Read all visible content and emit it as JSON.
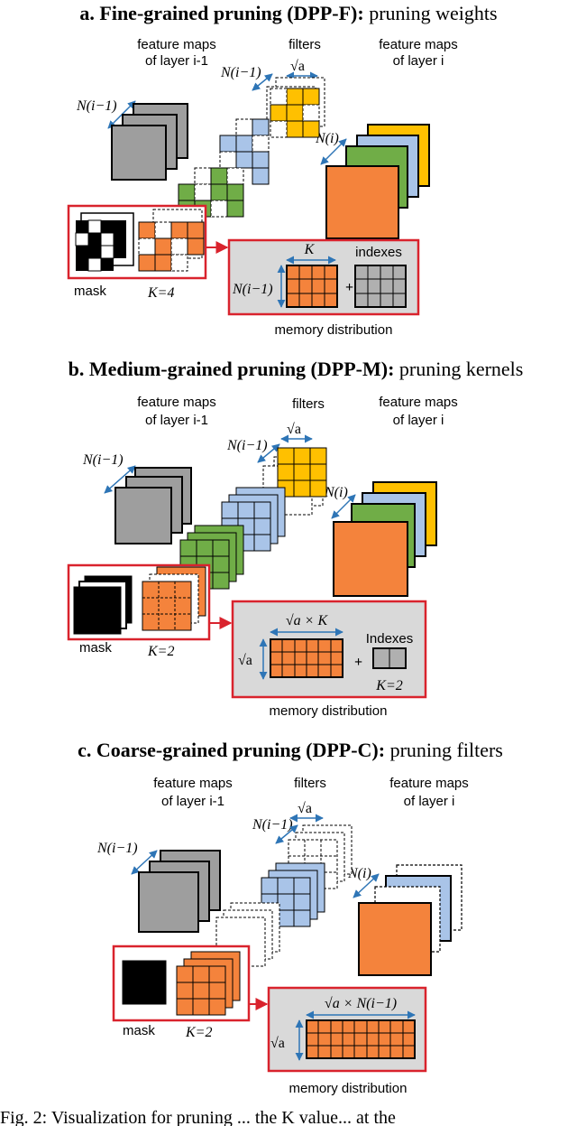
{
  "colors": {
    "gray": "#9e9e9e",
    "orange": "#f4833c",
    "yellow": "#ffc000",
    "blue": "#a9c4e8",
    "green": "#70ad47",
    "red_box": "#d9232d",
    "panel_gray": "#d9d9d9",
    "arrow_blue": "#2e75b6"
  },
  "panels": [
    {
      "id": "fine",
      "title_prefix": "a. Fine-grained pruning (DPP-F):",
      "title_suffix": " pruning weights",
      "label_fm_prev_1": "feature maps",
      "label_fm_prev_2": "of layer i-1",
      "label_filters": "filters",
      "label_fm_cur_1": "feature maps",
      "label_fm_cur_2": "of layer i",
      "label_N_prev": "N(i−1)",
      "label_N_cur": "N(i)",
      "label_sqrt_a": "√a",
      "label_mask": "mask",
      "label_K": "K=4",
      "mem_label_top": "K",
      "mem_label_side": "N(i−1)",
      "mem_plus": "+",
      "mem_index_label": "indexes",
      "mem_index_sub": "",
      "label_memory": "memory distribution"
    },
    {
      "id": "medium",
      "title_prefix": "b. Medium-grained pruning (DPP-M):",
      "title_suffix": " pruning kernels",
      "label_fm_prev_1": "feature maps",
      "label_fm_prev_2": "of layer i-1",
      "label_filters": "filters",
      "label_fm_cur_1": "feature maps",
      "label_fm_cur_2": "of layer i",
      "label_N_prev": "N(i−1)",
      "label_N_cur": "N(i)",
      "label_sqrt_a": "√a",
      "label_mask": "mask",
      "label_K": "K=2",
      "mem_label_top": "√a × K",
      "mem_label_side": "√a",
      "mem_plus": "+",
      "mem_index_label": "Indexes",
      "mem_index_sub": "K=2",
      "label_memory": "memory distribution"
    },
    {
      "id": "coarse",
      "title_prefix": "c. Coarse-grained pruning (DPP-C):",
      "title_suffix": " pruning filters",
      "label_fm_prev_1": "feature maps",
      "label_fm_prev_2": "of layer i-1",
      "label_filters": "filters",
      "label_fm_cur_1": "feature maps",
      "label_fm_cur_2": "of layer i",
      "label_N_prev": "N(i−1)",
      "label_N_cur": "N(i)",
      "label_sqrt_a": "√a",
      "label_mask": "mask",
      "label_K": "K=2",
      "mem_label_top": "√a × N(i−1)",
      "mem_label_side": "√a",
      "mem_plus": "",
      "mem_index_label": "",
      "mem_index_sub": "",
      "label_memory": "memory distribution"
    }
  ],
  "caption": "Fig. 2: Visualization for pruning ... the K value... at the"
}
